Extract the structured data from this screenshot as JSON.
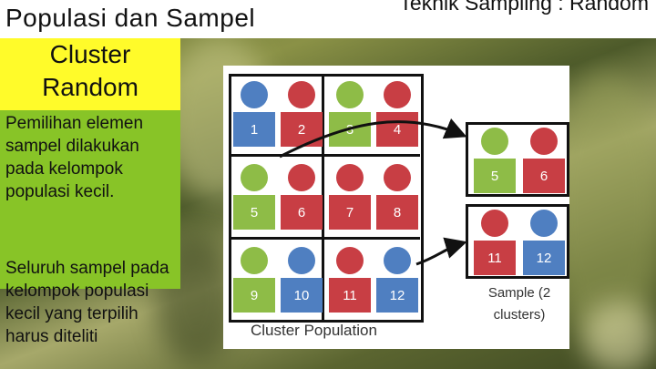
{
  "header": {
    "title_left": "Populasi dan Sampel",
    "title_right": "Teknik Sampling : Random"
  },
  "sidebar": {
    "cluster_label": "Cluster Random Sampling",
    "para1": "Pemilihan elemen sampel dilakukan pada kelompok populasi kecil.",
    "para2": "Seluruh sampel pada kelompok populasi kecil yang terpilih harus diteliti"
  },
  "diagram": {
    "population_label": "Cluster Population",
    "sample_label": "Sample (2 clusters)",
    "clusters": [
      {
        "items": [
          {
            "num": "1",
            "color": "blue"
          },
          {
            "num": "2",
            "color": "red"
          }
        ]
      },
      {
        "items": [
          {
            "num": "3",
            "color": "green"
          },
          {
            "num": "4",
            "color": "red"
          }
        ]
      },
      {
        "items": [
          {
            "num": "5",
            "color": "green"
          },
          {
            "num": "6",
            "color": "red"
          }
        ]
      },
      {
        "items": [
          {
            "num": "7",
            "color": "red"
          },
          {
            "num": "8",
            "color": "red"
          }
        ]
      },
      {
        "items": [
          {
            "num": "9",
            "color": "green"
          },
          {
            "num": "10",
            "color": "blue"
          }
        ]
      },
      {
        "items": [
          {
            "num": "11",
            "color": "red"
          },
          {
            "num": "12",
            "color": "blue"
          }
        ]
      }
    ],
    "samples": [
      {
        "items": [
          {
            "num": "5",
            "color": "green"
          },
          {
            "num": "6",
            "color": "red"
          }
        ]
      },
      {
        "items": [
          {
            "num": "11",
            "color": "red"
          },
          {
            "num": "12",
            "color": "blue"
          }
        ]
      }
    ]
  }
}
